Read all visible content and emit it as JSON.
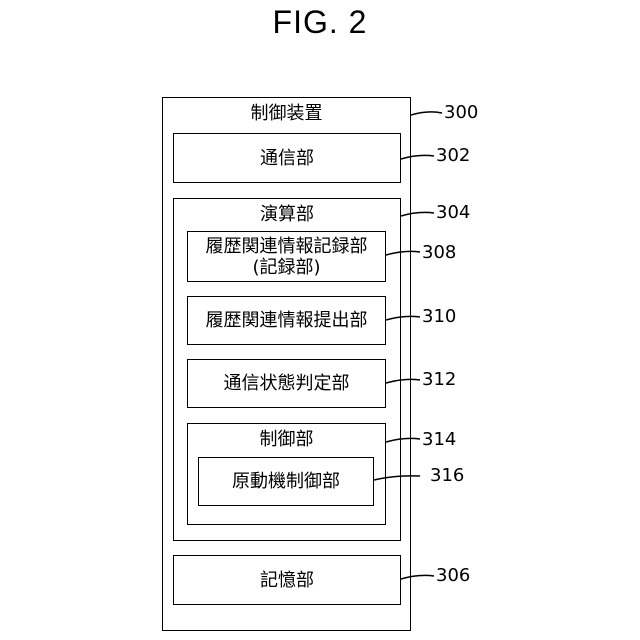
{
  "figure": {
    "title": "FIG. 2"
  },
  "control_device": {
    "label": "制御装置",
    "ref": "300"
  },
  "comm_unit": {
    "label": "通信部",
    "ref": "302"
  },
  "compute_unit": {
    "label": "演算部",
    "ref": "304"
  },
  "history_record_unit": {
    "line1": "履歴関連情報記録部",
    "line2": "(記録部)",
    "ref": "308"
  },
  "history_submit_unit": {
    "label": "履歴関連情報提出部",
    "ref": "310"
  },
  "comm_state_unit": {
    "label": "通信状態判定部",
    "ref": "312"
  },
  "control_unit": {
    "label": "制御部",
    "ref": "314"
  },
  "motor_control_unit": {
    "label": "原動機制御部",
    "ref": "316"
  },
  "storage_unit": {
    "label": "記憶部",
    "ref": "306"
  }
}
